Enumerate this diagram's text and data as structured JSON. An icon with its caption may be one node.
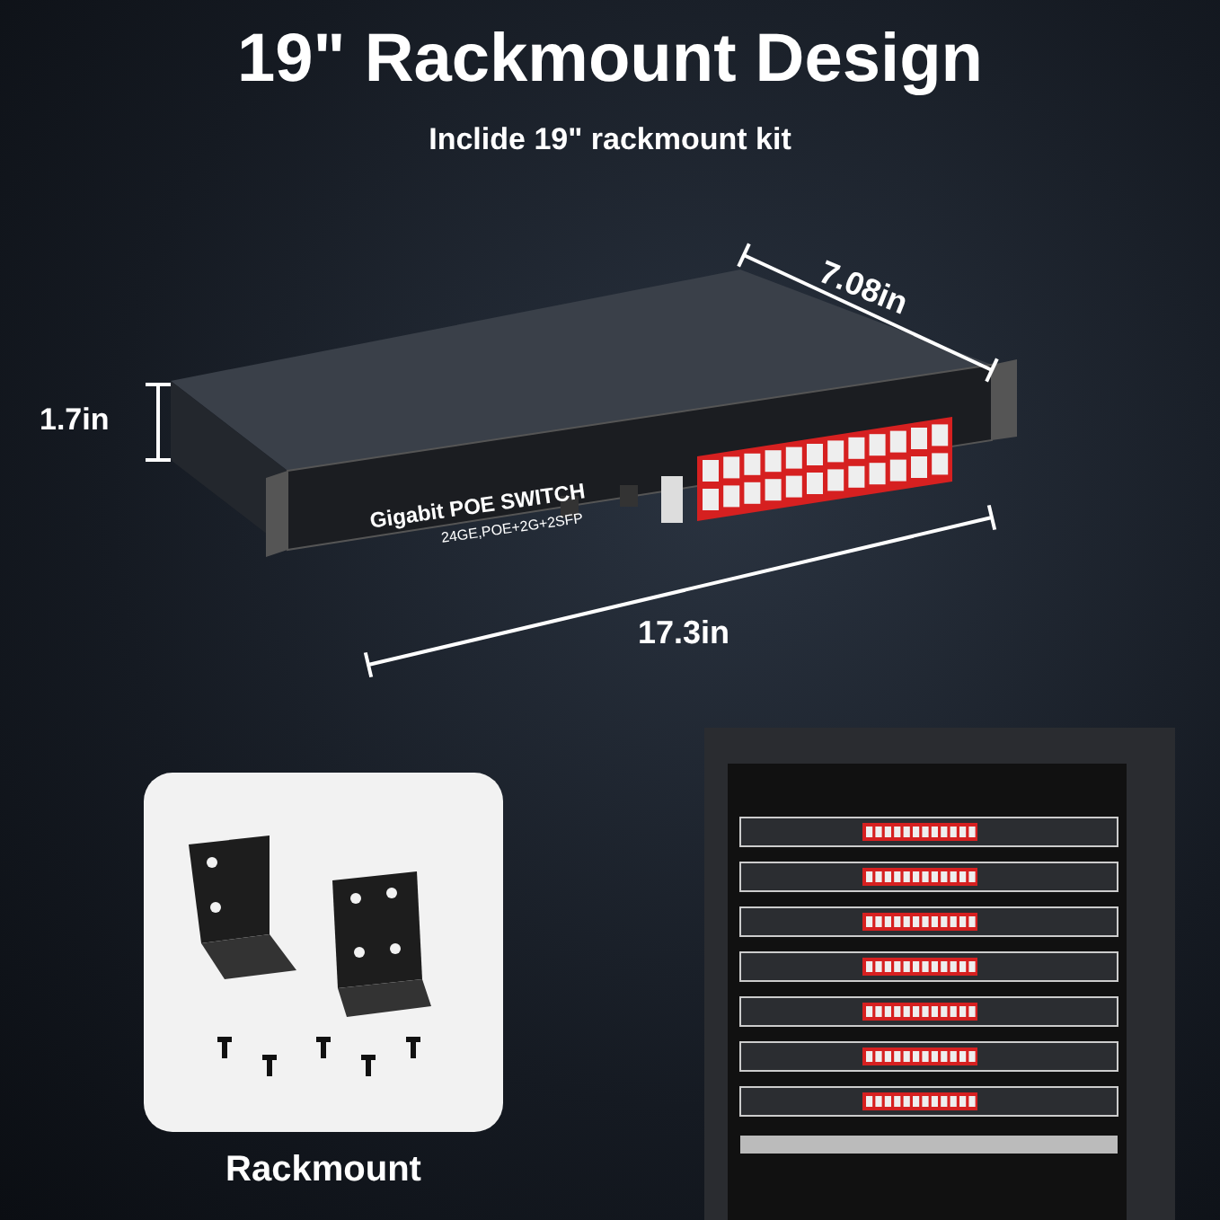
{
  "diagram": {
    "title": "19\" Rackmount Design",
    "labels": [
      "Inclide 19\" rackmount kit",
      "7.08in",
      "1.7in",
      "Gigabit POE SWITCH",
      "24GE,POE+2G+2SFP",
      "17.3in",
      "Rackmount"
    ]
  }
}
